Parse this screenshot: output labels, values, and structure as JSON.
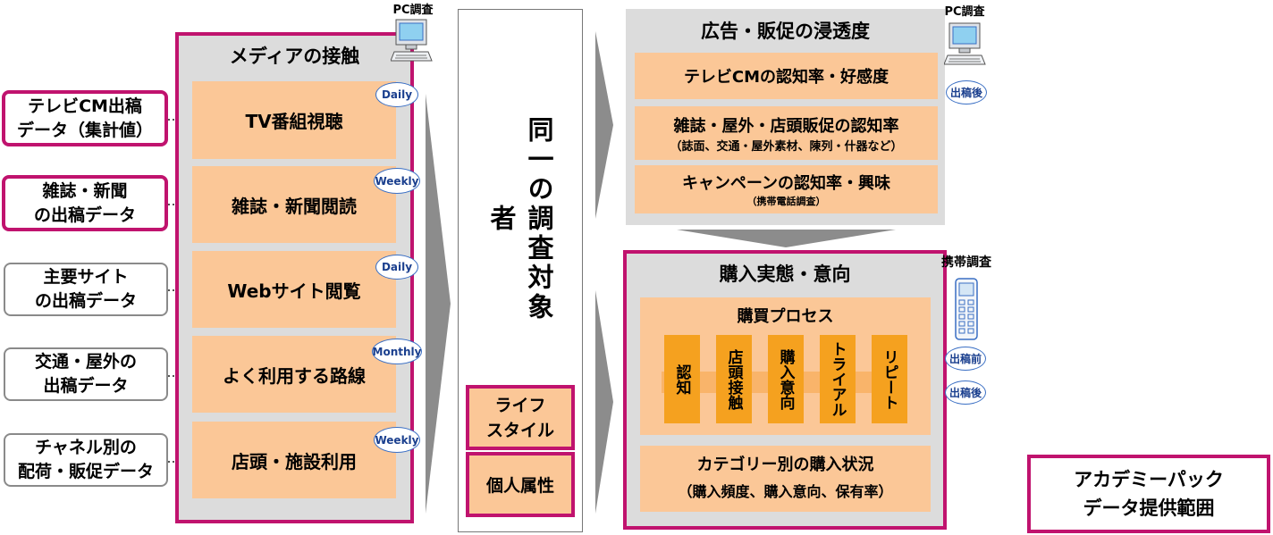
{
  "sources": [
    {
      "line1": "テレビCM出稿",
      "line2": "データ（集計値）"
    },
    {
      "line1": "雑誌・新聞",
      "line2": "の出稿データ"
    },
    {
      "line1": "主要サイト",
      "line2": "の出稿データ"
    },
    {
      "line1": "交通・屋外の",
      "line2": "出稿データ"
    },
    {
      "line1": "チャネル別の",
      "line2": "配荷・販促データ"
    }
  ],
  "media": {
    "title": "メディアの接触",
    "pc_label": "PC調査",
    "items": [
      {
        "label": "TV番組視聴",
        "frequency": "Daily"
      },
      {
        "label": "雑誌・新聞閲読",
        "frequency": "Weekly"
      },
      {
        "label": "Webサイト閲覧",
        "frequency": "Daily"
      },
      {
        "label": "よく利用する路線",
        "frequency": "Monthly"
      },
      {
        "label": "店頭・施設利用",
        "frequency": "Weekly"
      }
    ]
  },
  "respondents": {
    "title": "同一の調査対象者",
    "attr1_line1": "ライフ",
    "attr1_line2": "スタイル",
    "attr2": "個人属性"
  },
  "penetration": {
    "title": "広告・販促の浸透度",
    "pc_label": "PC調査",
    "badge": "出稿後",
    "item1": "テレビCMの認知率・好感度",
    "item2_line1": "雑誌・屋外・店頭販促の認知率",
    "item2_line2": "（誌面、交通・屋外素材、陳列・什器など）",
    "item3": "キャンペーンの認知率・興味",
    "item3_sub": "（携帯電話調査）"
  },
  "purchase": {
    "title": "購入実態・意向",
    "mobile_label": "携帯調査",
    "badge_before": "出稿前",
    "badge_after": "出稿後",
    "process_title": "購買プロセス",
    "steps": [
      "認知",
      "店頭接触",
      "購入意向",
      "トライアル",
      "リピート"
    ],
    "category_line1": "カテゴリー別の購入状況",
    "category_line2": "（購入頻度、購入意向、保有率）"
  },
  "legend": {
    "line1": "アカデミーパック",
    "line2": "データ提供範囲"
  },
  "colors": {
    "pink_frame": "#c0136e",
    "gray_panel": "#dcdcdc",
    "peach": "#fbc797",
    "orange_step": "#f5a11f",
    "arrow_gray": "#8c8c8c",
    "badge_blue": "#3a6fc4"
  }
}
